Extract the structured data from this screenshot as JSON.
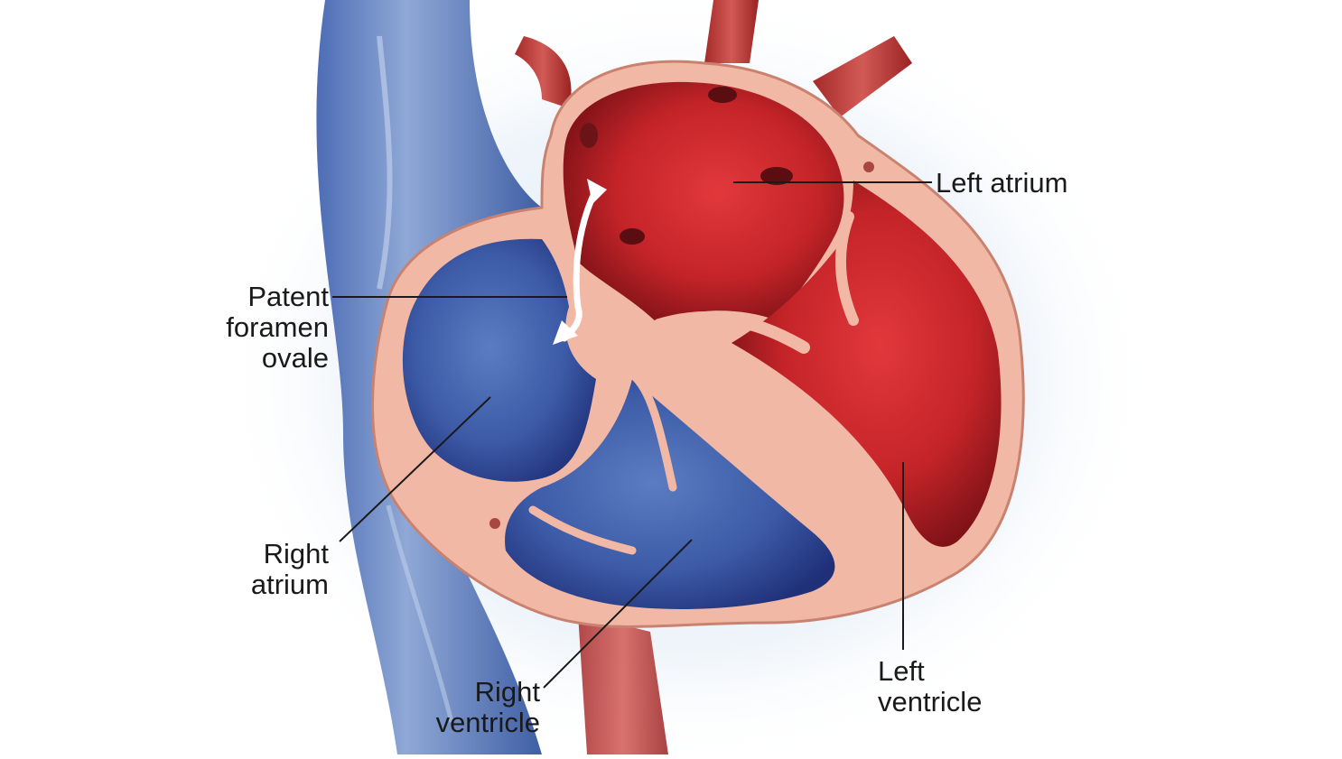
{
  "labels": {
    "left_atrium": [
      "Left atrium"
    ],
    "patent_foramen_ovale": [
      "Patent",
      "foramen",
      "ovale"
    ],
    "right_atrium": [
      "Right",
      "atrium"
    ],
    "right_ventricle": [
      "Right",
      "ventricle"
    ],
    "left_ventricle": [
      "Left",
      "ventricle"
    ]
  },
  "colors": {
    "oxygenated": "#c8242b",
    "deoxygenated": "#3a5ca8",
    "wall": "#f2b8a6",
    "wall_outline": "#c9826f",
    "vessel_halo": "#cfe0f0"
  }
}
